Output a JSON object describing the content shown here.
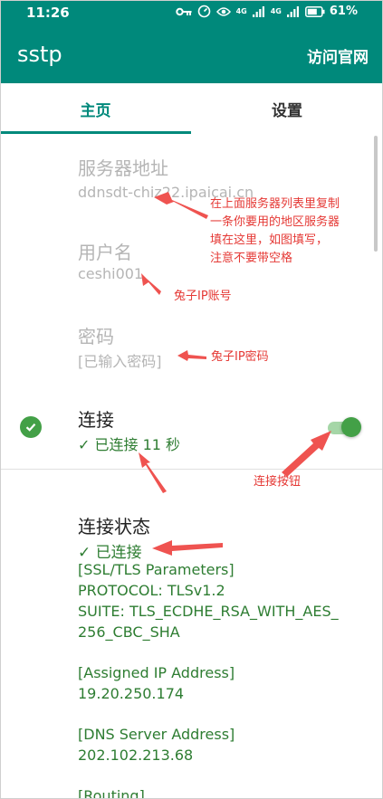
{
  "status_bar": {
    "time": "11:26",
    "signal_a": "4G",
    "signal_b": "4G",
    "battery": "61%"
  },
  "app_bar": {
    "title": "sstp",
    "action": "访问官网"
  },
  "tabs": [
    {
      "label": "主页"
    },
    {
      "label": "设置"
    }
  ],
  "server": {
    "label": "服务器地址",
    "value": "ddnsdt-chiz22.ipaicai.cn"
  },
  "username": {
    "label": "用户名",
    "value": "ceshi001"
  },
  "password": {
    "label": "密码",
    "value": "[已输入密码]"
  },
  "connection": {
    "label": "连接",
    "status": "✓ 已连接 11 秒",
    "toggle_on": true
  },
  "conn_status": {
    "title": "连接状态",
    "state": "✓ 已连接",
    "ssl_header": "[SSL/TLS Parameters]",
    "protocol": "PROTOCOL: TLSv1.2",
    "suite_1": "SUITE: TLS_ECDHE_RSA_WITH_AES_",
    "suite_2": "256_CBC_SHA",
    "ip_header": "[Assigned IP Address]",
    "ip": "19.20.250.174",
    "dns_header": "[DNS Server Address]",
    "dns": "202.102.213.68",
    "routing_header": "[Routing]"
  },
  "annotations": {
    "server_1": "在上面服务器列表里复制",
    "server_2": "一条你要用的地区服务器",
    "server_3": "填在这里，如图填写，",
    "server_4": "注意不要带空格",
    "account": "兔子IP账号",
    "password": "兔子IP密码",
    "toggle": "连接按钮"
  },
  "colors": {
    "primary": "#00897b",
    "success": "#2e7d32",
    "annotation": "#e53935"
  }
}
